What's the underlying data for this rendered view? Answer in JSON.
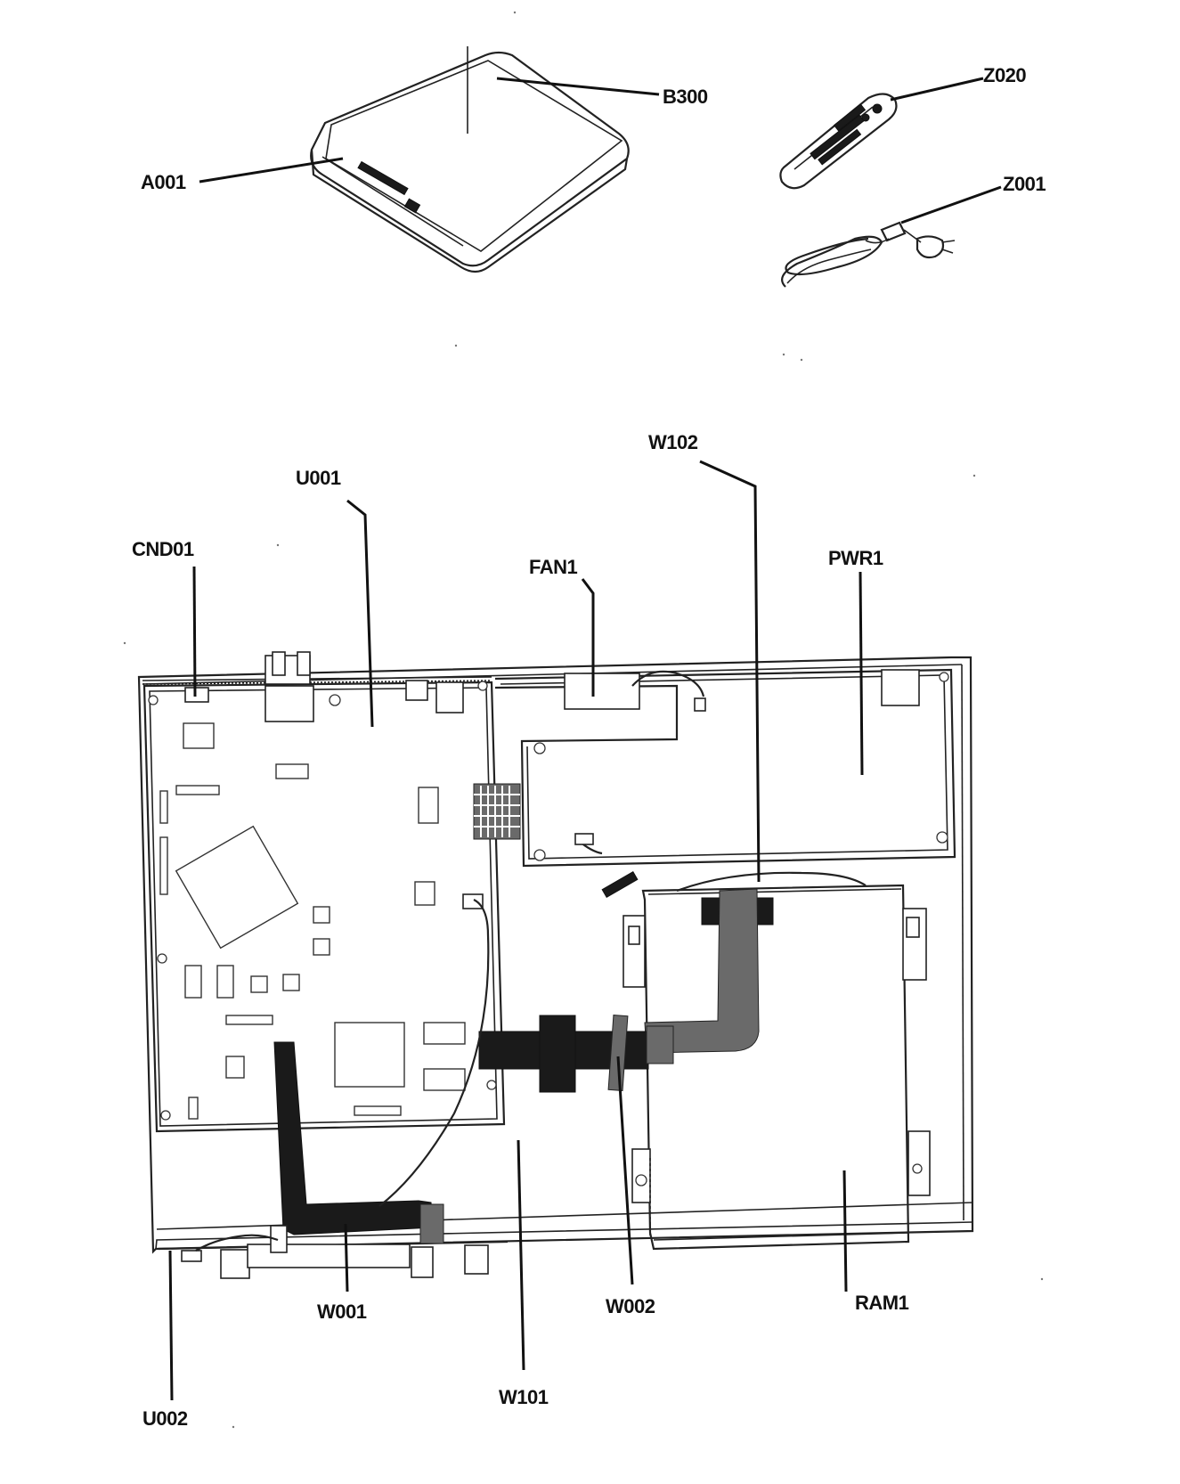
{
  "labels": {
    "b300": "B300",
    "a001": "A001",
    "z020": "Z020",
    "z001": "Z001",
    "w102": "W102",
    "u001": "U001",
    "cnd01": "CND01",
    "fan1": "FAN1",
    "pwr1": "PWR1",
    "w001": "W001",
    "w002": "W002",
    "ram1": "RAM1",
    "u002": "U002",
    "w101": "W101"
  }
}
